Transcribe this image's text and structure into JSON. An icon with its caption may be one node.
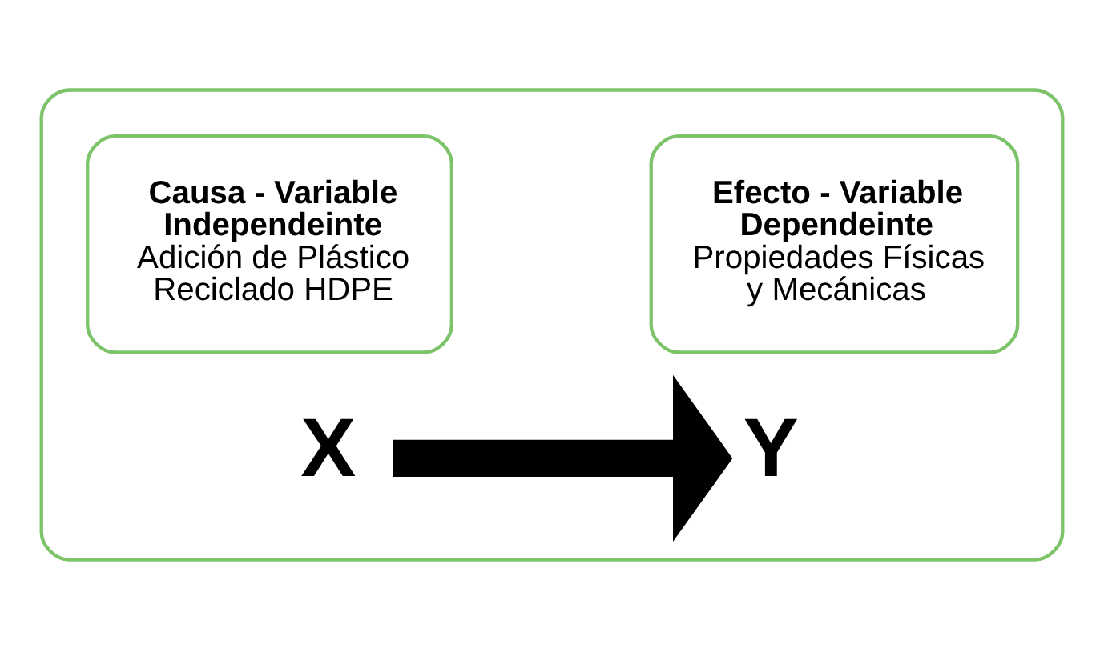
{
  "diagram": {
    "nodes": [
      {
        "text": [],
        "shape": "box"
      },
      {
        "text": [
          "Causa - Variable Independeinte",
          "Adición de Plástico Reciclado HDPE"
        ],
        "in": 0
      },
      {
        "text": [
          "Efecto - Variable Dependeinte",
          "Propiedades Físicas y Mecánicas"
        ],
        "in": 0
      },
      {
        "text": [
          "X"
        ],
        "in": 0
      },
      {
        "text": [
          "Y"
        ],
        "in": 0
      }
    ],
    "edges": [
      {
        "from": 3,
        "to": 4,
        "arrow": "to"
      }
    ]
  }
}
